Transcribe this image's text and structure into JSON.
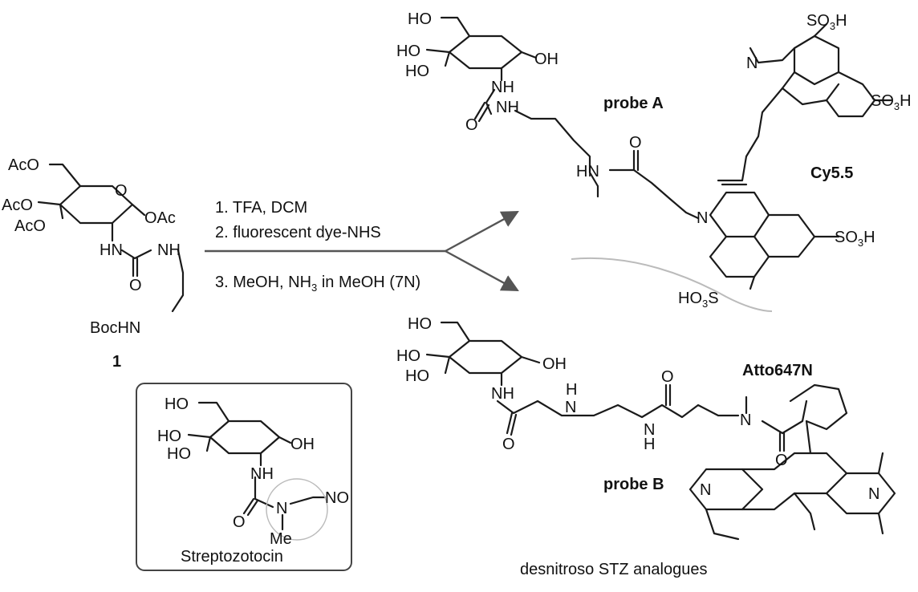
{
  "compound_1": {
    "label": "1",
    "groups": [
      "AcO",
      "AcO",
      "AcO",
      "OAc",
      "HN",
      "NH",
      "O",
      "BocHN"
    ],
    "ring_oxygen": "O"
  },
  "conditions": {
    "step1": "1. TFA, DCM",
    "step2": "2. fluorescent dye-NHS",
    "step3_a": "3. MeOH, NH",
    "step3_sub": "3",
    "step3_b": " in MeOH (7N)"
  },
  "probe_a": {
    "label": "probe A",
    "dye_label": "Cy5.5",
    "sugar_groups": [
      "HO",
      "HO",
      "HO",
      "OH",
      "NH",
      "NH",
      "O"
    ],
    "linker_groups": [
      "HN",
      "O"
    ],
    "dye_groups": [
      "N",
      "N",
      "SO",
      "3",
      "H"
    ],
    "sulfonates": [
      {
        "a": "SO",
        "s": "3",
        "b": "H"
      },
      {
        "a": "SO",
        "s": "3",
        "b": "H"
      },
      {
        "a": "SO",
        "s": "3",
        "b": "H"
      },
      {
        "a": "HO",
        "s": "3",
        "b": "S"
      }
    ]
  },
  "probe_b": {
    "label": "probe B",
    "dye_label": "Atto647N",
    "sugar_groups": [
      "HO",
      "HO",
      "HO",
      "OH",
      "NH",
      "H",
      "N",
      "O"
    ],
    "linker_groups": [
      "N",
      "H",
      "O",
      "N",
      "O"
    ],
    "dye_groups": [
      "N",
      "N"
    ]
  },
  "stz": {
    "label": "Streptozotocin",
    "groups": [
      "HO",
      "HO",
      "HO",
      "OH",
      "NH",
      "O",
      "N",
      "NO",
      "Me"
    ]
  },
  "caption": "desnitroso STZ analogues",
  "colors": {
    "arrow": "#555555",
    "curve": "#bbbbbb",
    "box": "#444444"
  }
}
